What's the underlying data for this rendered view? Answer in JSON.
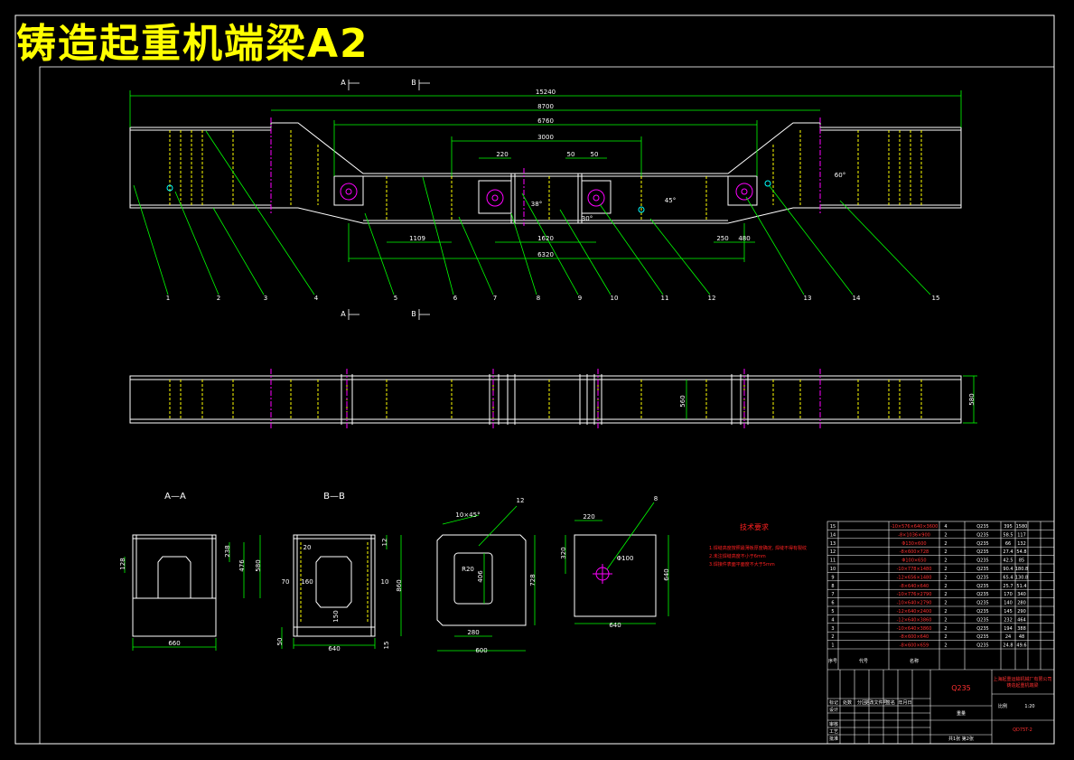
{
  "drawing_title": "铸造起重机端梁A2",
  "section_marks": {
    "a": "A",
    "b": "B",
    "aa_title": "A—A",
    "bb_title": "B—B"
  },
  "dims_main": {
    "overall": "15240",
    "span2": "8700",
    "span3": "6760",
    "span4": "3000",
    "d220": "220",
    "d50a": "50",
    "d50b": "50",
    "bottom1": "1109",
    "bottom2": "1620",
    "bottom3": "6320",
    "r250": "250",
    "r480": "480",
    "ang1": "38°",
    "ang2": "45°",
    "ang3": "60°",
    "ang4": "30°"
  },
  "balloons": [
    "1",
    "2",
    "3",
    "4",
    "5",
    "6",
    "7",
    "8",
    "9",
    "10",
    "11",
    "12",
    "13",
    "14",
    "15"
  ],
  "dims_elev": {
    "inner": "560",
    "outer": "580"
  },
  "section_aa": {
    "d128": "128",
    "d238": "238",
    "d476": "476",
    "d580": "580",
    "d660": "660"
  },
  "section_bb": {
    "d20": "20",
    "d12": "12",
    "d70": "70",
    "d160": "160",
    "d10": "10",
    "d860": "860",
    "d150": "150",
    "d50": "50",
    "d640": "640",
    "d15": "15"
  },
  "part12": {
    "ref": "12",
    "chamfer": "10×45°",
    "r": "R20",
    "d406": "406",
    "d728": "728",
    "d280": "280",
    "d600": "600"
  },
  "part8": {
    "ref": "8",
    "d220": "220",
    "d320": "320",
    "hole": "Φ100",
    "d640h": "640",
    "d640v": "640"
  },
  "tech_notes": {
    "heading": "技术要求",
    "lines": [
      "1.焊缝高度按照最薄板厚度确定, 焊缝不得有裂纹",
      "2.未注焊缝高度不小于6mm",
      "3.焊接件表面平面度不大于5mm"
    ]
  },
  "bom": [
    [
      "15",
      "-10×576×640×3600",
      "4",
      "Q235",
      "395",
      "1580"
    ],
    [
      "14",
      "-8×1036×900",
      "2",
      "Q235",
      "58.5",
      "117"
    ],
    [
      "13",
      "Φ130×600",
      "2",
      "Q235",
      "66",
      "132"
    ],
    [
      "12",
      "-8×600×728",
      "2",
      "Q235",
      "27.4",
      "54.8"
    ],
    [
      "11",
      "Φ100×650",
      "2",
      "Q235",
      "42.5",
      "85"
    ],
    [
      "10",
      "-10×778×1480",
      "2",
      "Q235",
      "90.4",
      "180.8"
    ],
    [
      "9",
      "-12×656×1480",
      "2",
      "Q235",
      "65.4",
      "130.8"
    ],
    [
      "8",
      "-8×640×640",
      "2",
      "Q235",
      "25.7",
      "51.4"
    ],
    [
      "7",
      "-10×776×2790",
      "2",
      "Q235",
      "170",
      "340"
    ],
    [
      "6",
      "-10×640×2790",
      "2",
      "Q235",
      "140",
      "280"
    ],
    [
      "5",
      "-12×640×2400",
      "2",
      "Q235",
      "145",
      "290"
    ],
    [
      "4",
      "-12×640×3860",
      "2",
      "Q235",
      "232",
      "464"
    ],
    [
      "3",
      "-10×640×3860",
      "2",
      "Q235",
      "194",
      "388"
    ],
    [
      "2",
      "-8×600×640",
      "2",
      "Q235",
      "24",
      "48"
    ],
    [
      "1",
      "-8×600×659",
      "2",
      "Q235",
      "24.8",
      "49.6"
    ]
  ],
  "title_block": {
    "seq_hdr": "序号",
    "code_hdr": "代号",
    "name_hdr": "名称",
    "material": "Q235",
    "designer": "设计",
    "checker": "审核",
    "process": "工艺",
    "approve": "批准",
    "mark": "标记",
    "qty": "处数",
    "zone": "分区",
    "change": "更改文件号",
    "sign": "签名",
    "date": "年月日",
    "company": "上海起重运输机械厂有限公司",
    "drawing_no": "铸造起重机端梁",
    "weight_label": "重量",
    "scale_label": "比例",
    "scale": "1:20",
    "sheets": "共1张 第2张",
    "extra": "QD75T-2"
  }
}
